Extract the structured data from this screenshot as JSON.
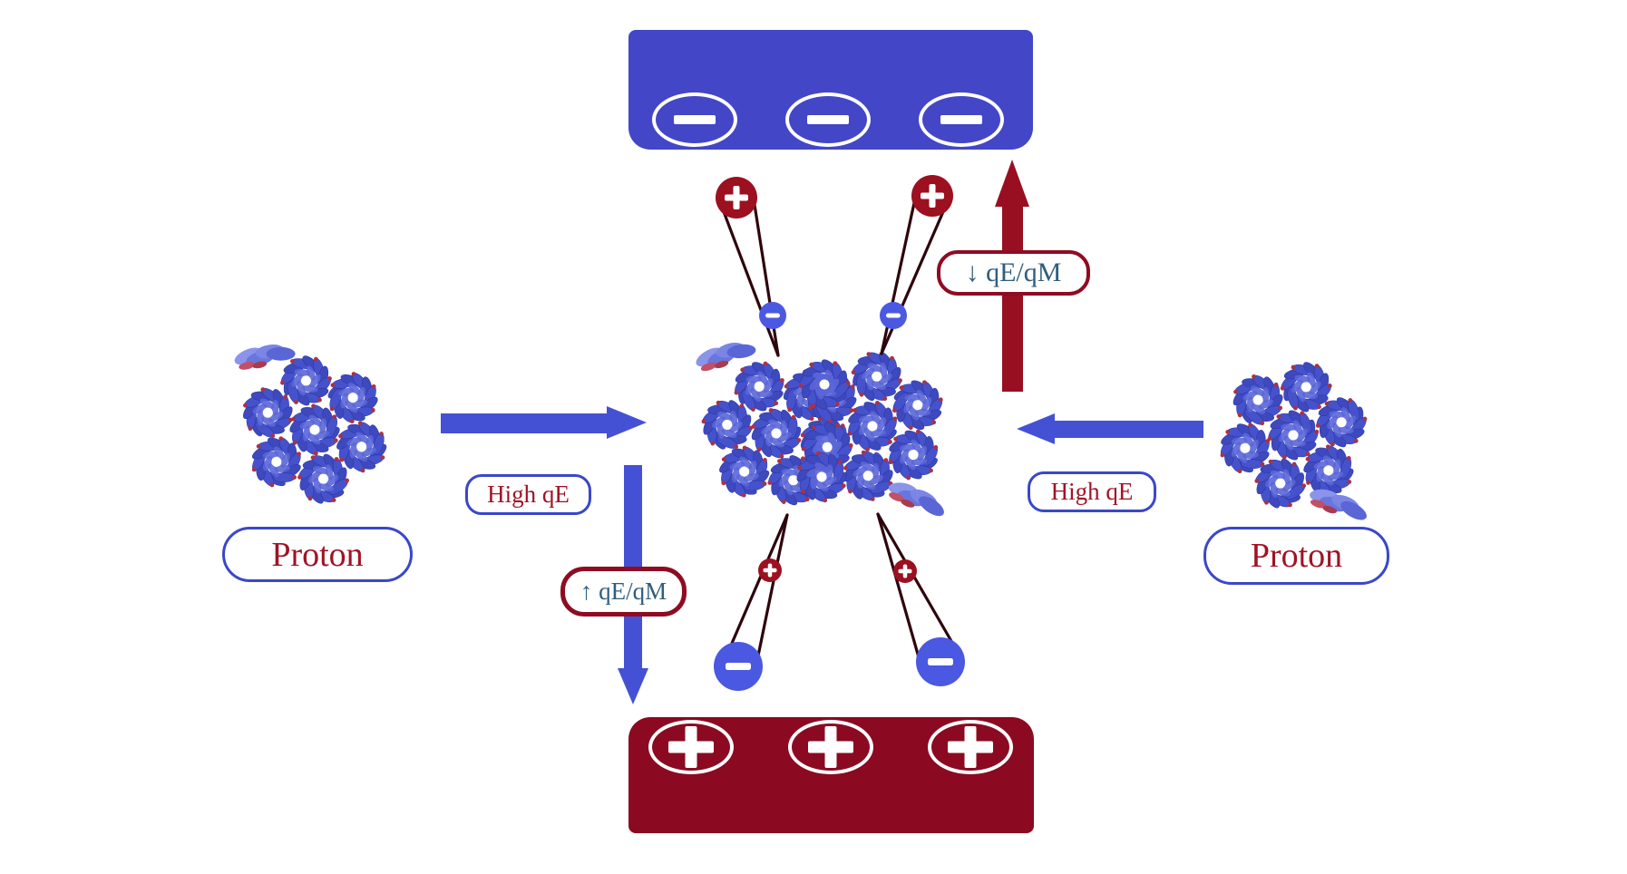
{
  "electrodes": {
    "negative": {
      "symbol": "−",
      "symbol_name": "minus",
      "terminal_count": 3,
      "fill": "#4346c6"
    },
    "positive": {
      "symbol": "+",
      "symbol_name": "plus",
      "terminal_count": 3,
      "fill": "#8b0a21"
    }
  },
  "labels": {
    "flux_left": "High qE",
    "flux_right": "High qE",
    "ratio_down": "↑ qE/qM",
    "ratio_up": "↓ qE/qM",
    "proton_left": "Proton",
    "proton_right": "Proton"
  },
  "charges": {
    "plus_symbol": "+",
    "minus_symbol": "−",
    "top_tethers": 2,
    "bottom_tethers": 2
  },
  "colors": {
    "electrode_blue": "#4346c6",
    "electrode_maroon": "#8b0a21",
    "arrow_blue": "#4551d4",
    "arrow_maroon": "#990f22",
    "charge_plus": "#9c1020",
    "charge_minus": "#4a58e2",
    "label_border_blue": "#3a47c9",
    "label_border_maroon": "#8e0c22",
    "text_red": "#a01326",
    "text_steel_blue": "#2f5e80",
    "molecule_blue": "#4652cb",
    "molecule_blue_dark": "#3d49bd",
    "molecule_blue_light": "#5a66d8",
    "molecule_red_dot": "#a63348",
    "tether_line": "#2d050c",
    "background": "#ffffff"
  }
}
